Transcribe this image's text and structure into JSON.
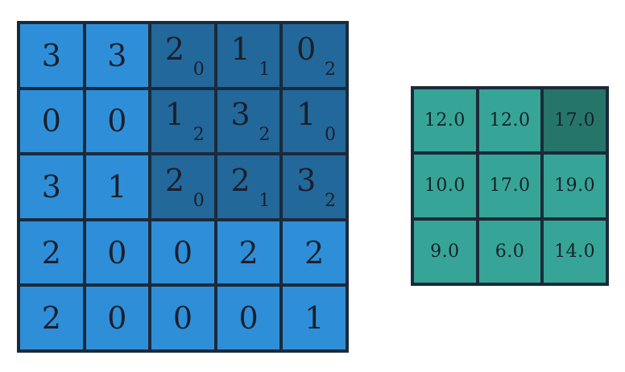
{
  "input": {
    "rows": [
      [
        "3",
        "3",
        "2",
        "1",
        "0"
      ],
      [
        "0",
        "0",
        "1",
        "3",
        "1"
      ],
      [
        "3",
        "1",
        "2",
        "2",
        "3"
      ],
      [
        "2",
        "0",
        "0",
        "2",
        "2"
      ],
      [
        "2",
        "0",
        "0",
        "0",
        "1"
      ]
    ],
    "kernel_position": {
      "row_start": 0,
      "col_start": 2,
      "size": 3
    },
    "kernel": [
      [
        "0",
        "1",
        "2"
      ],
      [
        "2",
        "2",
        "0"
      ],
      [
        "0",
        "1",
        "2"
      ]
    ]
  },
  "output": {
    "rows": [
      [
        "12.0",
        "12.0",
        "17.0"
      ],
      [
        "10.0",
        "17.0",
        "19.0"
      ],
      [
        "9.0",
        "6.0",
        "14.0"
      ]
    ],
    "highlight": {
      "row": 0,
      "col": 2
    }
  },
  "colors": {
    "input_cell": "#2e8fd8",
    "input_highlight": "#23689a",
    "output_cell": "#36a597",
    "output_highlight": "#267569",
    "border": "#1b2a3a"
  }
}
